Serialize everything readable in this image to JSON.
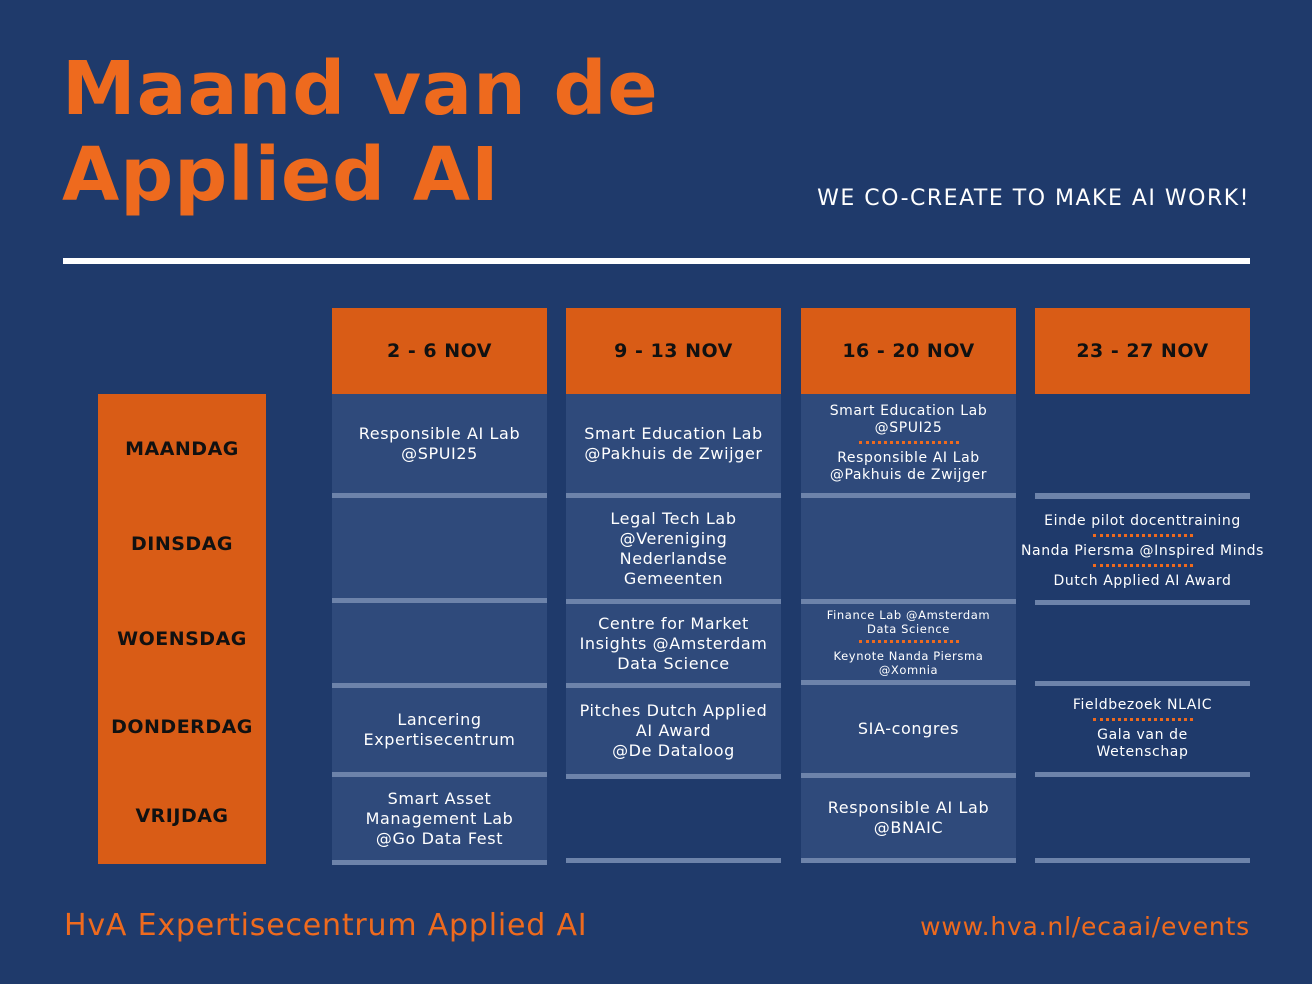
{
  "title": {
    "line1": "Maand van de",
    "line2": "Applied AI"
  },
  "tagline": "WE CO-CREATE TO MAKE AI WORK!",
  "weeks": [
    "2 - 6 NOV",
    "9 - 13 NOV",
    "16 - 20 NOV",
    "23 - 27 NOV"
  ],
  "days": [
    "MAANDAG",
    "DINSDAG",
    "WOENSDAG",
    "DONDERDAG",
    "VRIJDAG"
  ],
  "events": {
    "w1": {
      "ma": [
        "Responsible AI Lab",
        "@SPUI25"
      ],
      "do": [
        "Lancering",
        "Expertisecentrum"
      ],
      "vr": [
        "Smart Asset",
        "Management Lab",
        "@Go Data Fest"
      ]
    },
    "w2": {
      "ma": [
        "Smart Education Lab",
        "@Pakhuis de Zwijger"
      ],
      "di": [
        "Legal Tech Lab",
        "@Vereniging Nederlandse",
        "Gemeenten"
      ],
      "wo": [
        "Centre for Market",
        "Insights @Amsterdam",
        "Data Science"
      ],
      "do": [
        "Pitches Dutch Applied",
        "AI Award",
        "@De Dataloog"
      ]
    },
    "w3": {
      "ma1": [
        "Smart Education Lab",
        "@SPUI25"
      ],
      "ma2": [
        "Responsible AI Lab",
        "@Pakhuis de Zwijger"
      ],
      "wo1": [
        "Finance Lab @Amsterdam",
        "Data Science"
      ],
      "wo2": [
        "Keynote Nanda Piersma",
        "@Xomnia"
      ],
      "do": [
        "SIA-congres"
      ],
      "vr": [
        "Responsible AI Lab",
        "@BNAIC"
      ]
    },
    "w4": {
      "di1": "Einde pilot docenttraining",
      "di2": "Nanda Piersma @Inspired Minds",
      "di3": "Dutch Applied AI Award",
      "do1": "Fieldbezoek NLAIC",
      "do2": [
        "Gala van de",
        "Wetenschap"
      ]
    }
  },
  "footer": {
    "left": "HvA Expertisecentrum Applied AI",
    "right": "www.hva.nl/ecaai/events"
  },
  "colors": {
    "background": "#1f3a6b",
    "accent": "#d95c16",
    "text_accent": "#ee6a1e",
    "cell": "#2f4a7b"
  }
}
